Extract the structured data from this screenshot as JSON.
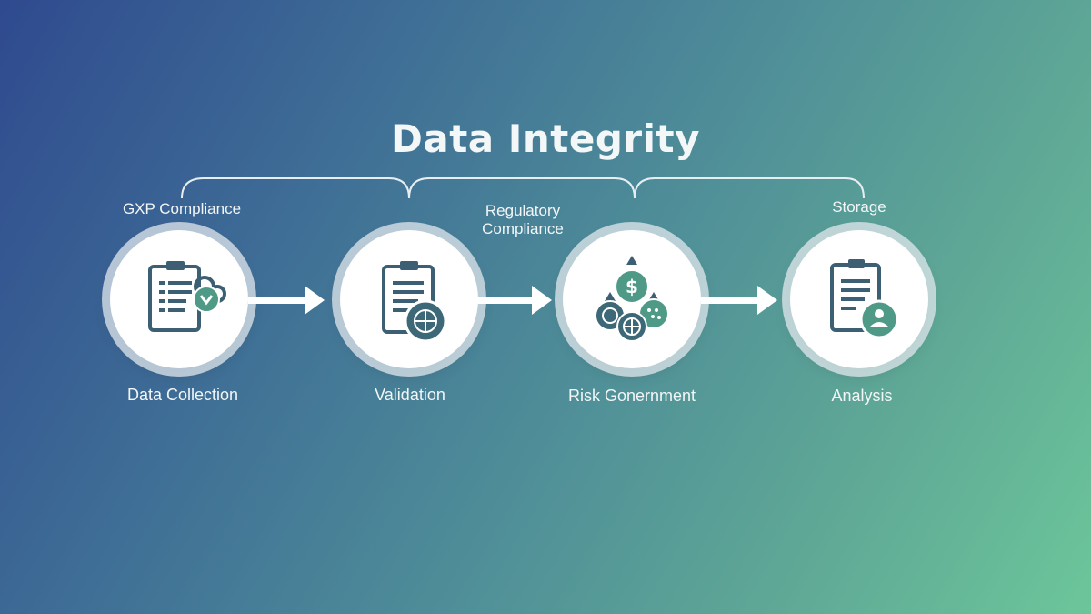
{
  "title": "Data Integrity",
  "top_labels": {
    "gxp": "GXP Compliance",
    "regulatory_line1": "Regulatory",
    "regulatory_line2": "Compliance",
    "storage": "Storage"
  },
  "steps": [
    {
      "label": "Data Collection",
      "icon": "clipboard-refresh-icon"
    },
    {
      "label": "Validation",
      "icon": "clipboard-globe-icon"
    },
    {
      "label": "Risk Gonernment",
      "icon": "dollar-globe-cluster-icon"
    },
    {
      "label": "Analysis",
      "icon": "clipboard-user-icon"
    }
  ],
  "colors": {
    "icon_dark": "#3d5f74",
    "icon_accent": "#4e9a86",
    "ring": "#e1e8ee",
    "text": "#f2f6f7"
  }
}
